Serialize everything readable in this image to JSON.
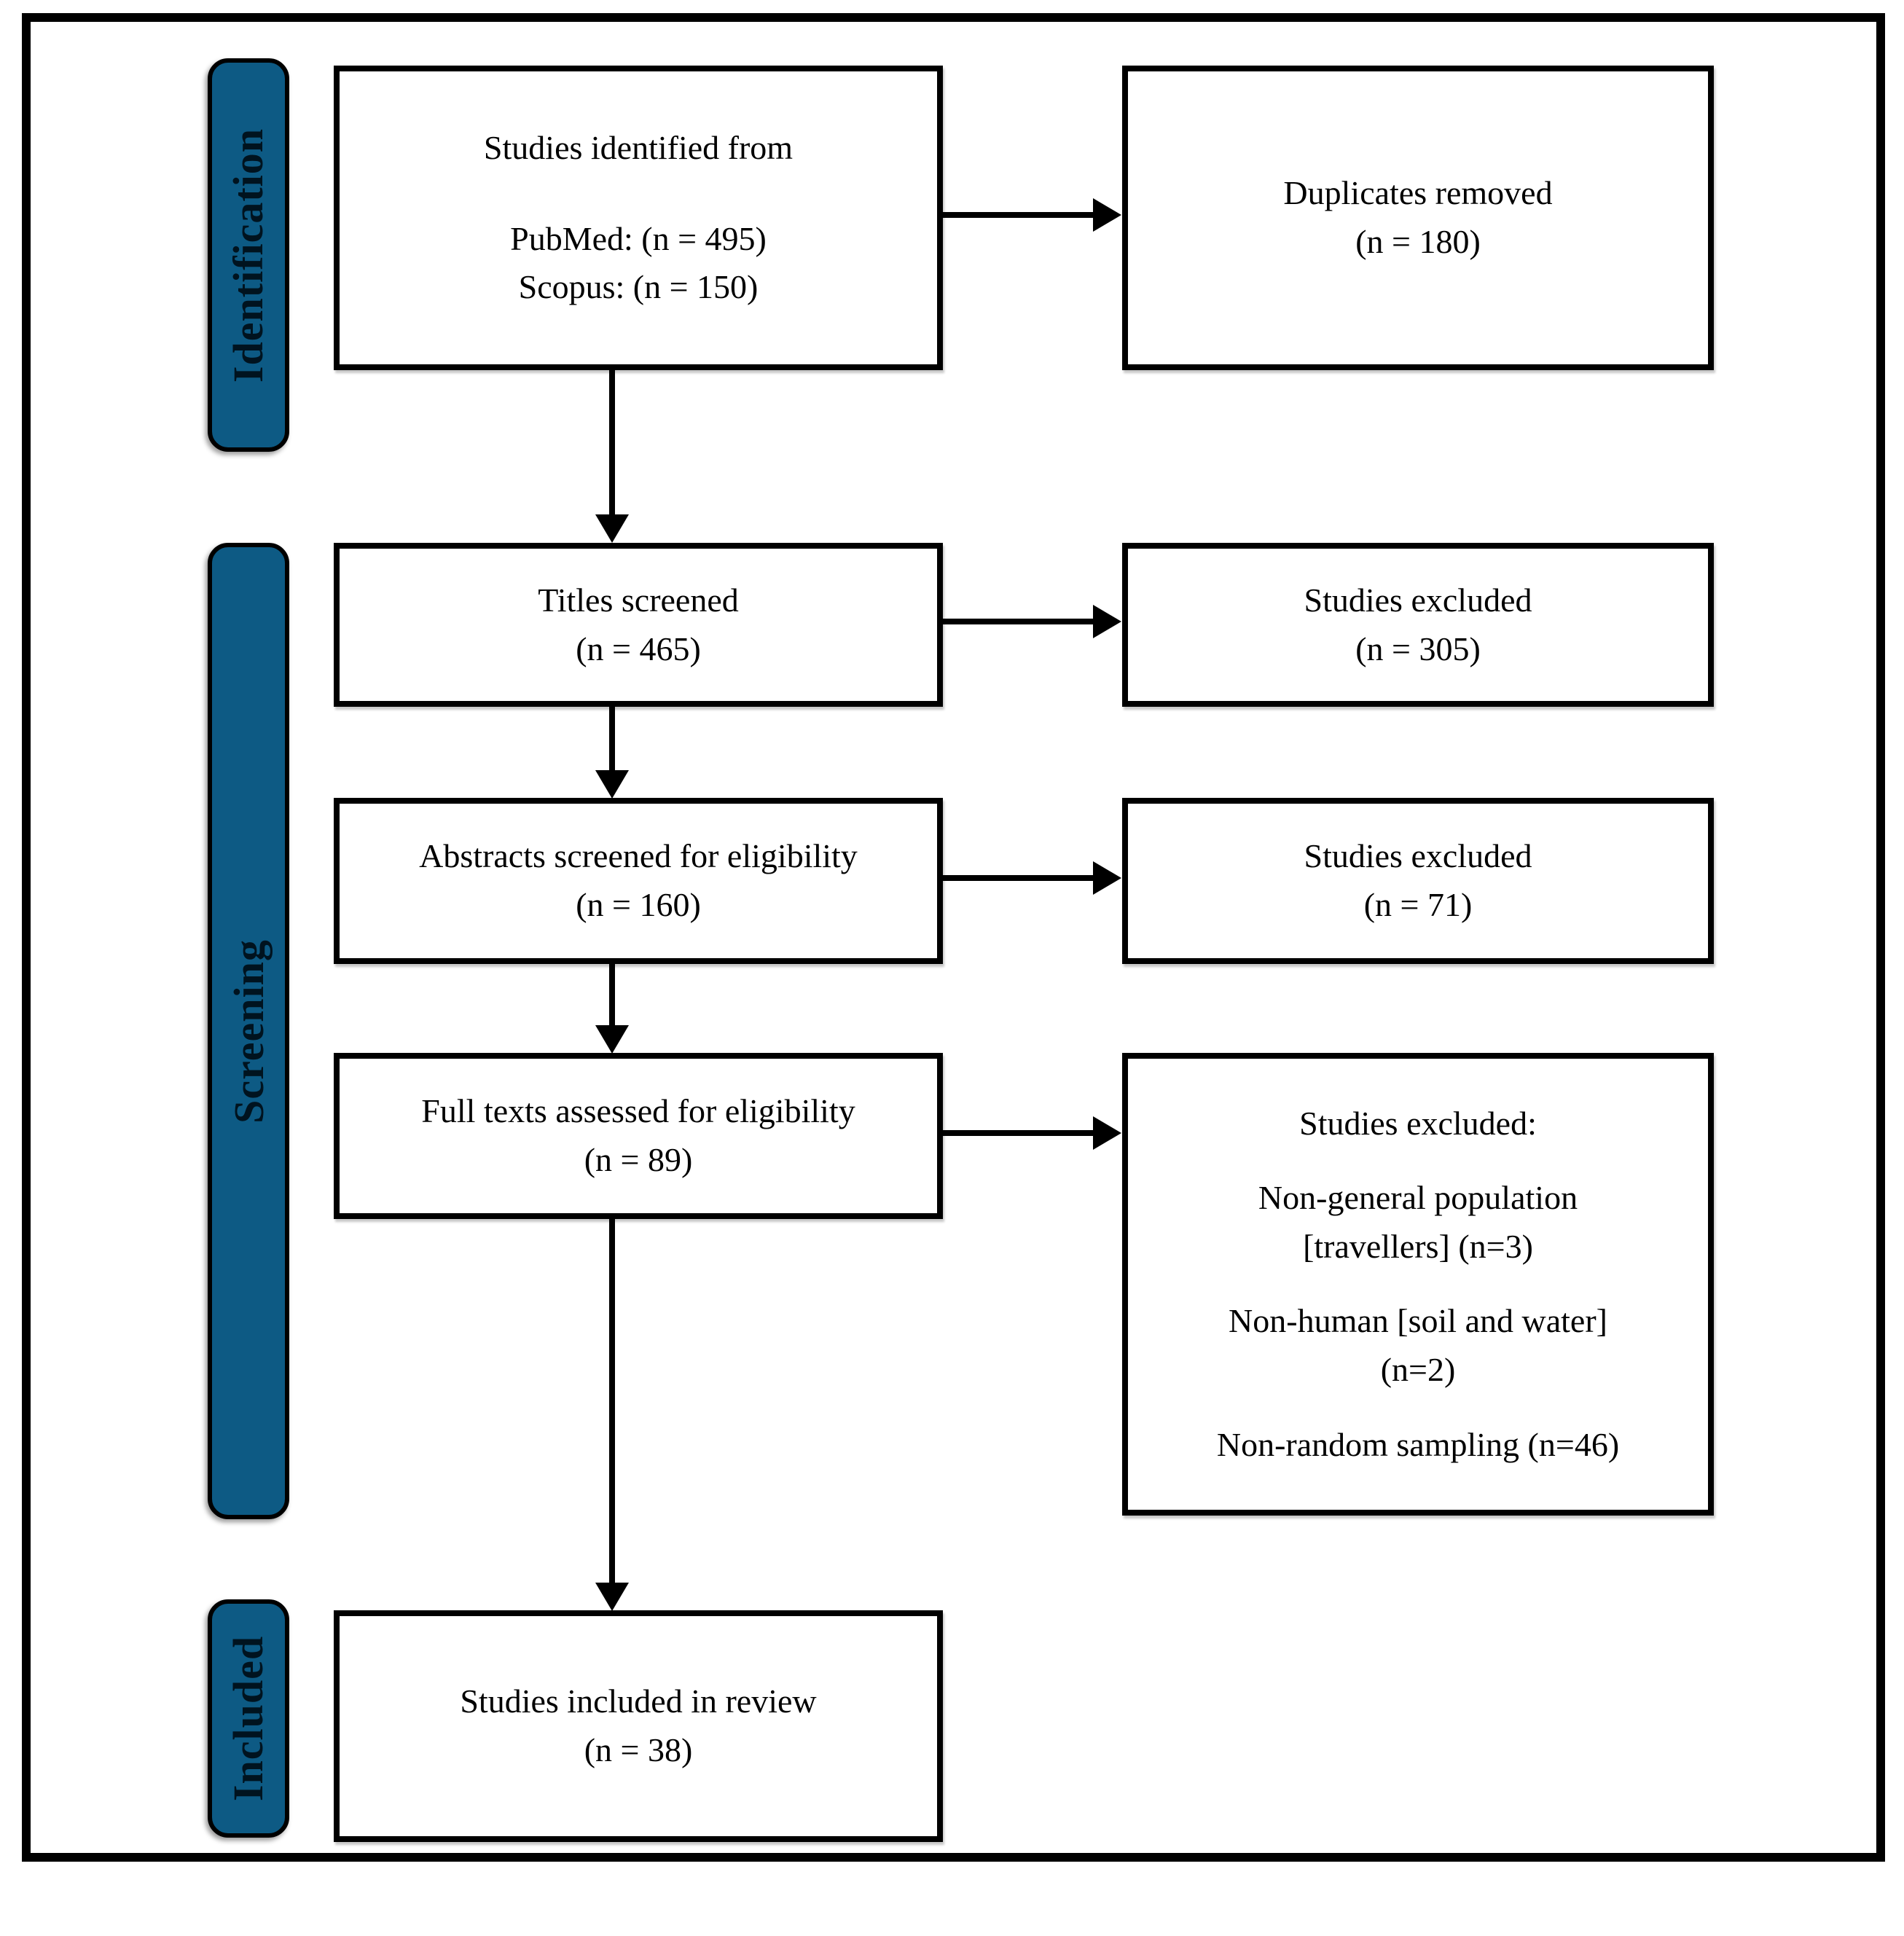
{
  "figure": {
    "type": "prisma-flow-diagram",
    "stages": [
      {
        "label": "Identification"
      },
      {
        "label": "Screening"
      },
      {
        "label": "Included"
      }
    ],
    "boxes": {
      "identified": {
        "title": "Studies identified from",
        "lines": [
          "PubMed: (n = 495)",
          "Scopus: (n = 150)"
        ]
      },
      "duplicates_removed": {
        "lines": [
          "Duplicates removed",
          "(n = 180)"
        ]
      },
      "titles_screened": {
        "lines": [
          "Titles screened",
          "(n = 465)"
        ]
      },
      "excluded_after_titles": {
        "lines": [
          "Studies excluded",
          "(n = 305)"
        ]
      },
      "abstracts_screened": {
        "lines": [
          "Abstracts screened for eligibility",
          "(n = 160)"
        ]
      },
      "excluded_after_abstracts": {
        "lines": [
          "Studies excluded",
          "(n = 71)"
        ]
      },
      "full_texts_assessed": {
        "lines": [
          "Full texts assessed for eligibility",
          "(n = 89)"
        ]
      },
      "excluded_after_full_text": {
        "title": "Studies excluded:",
        "reasons": [
          "Non-general population [travellers] (n=3)",
          "Non-human [soil and water] (n=2)",
          "Non-random sampling (n=46)"
        ]
      },
      "included_in_review": {
        "lines": [
          "Studies included in review",
          "(n = 38)"
        ]
      }
    },
    "colors": {
      "stage_fill": "#0D5A84",
      "line": "#000000",
      "background": "#FFFFFF"
    }
  }
}
